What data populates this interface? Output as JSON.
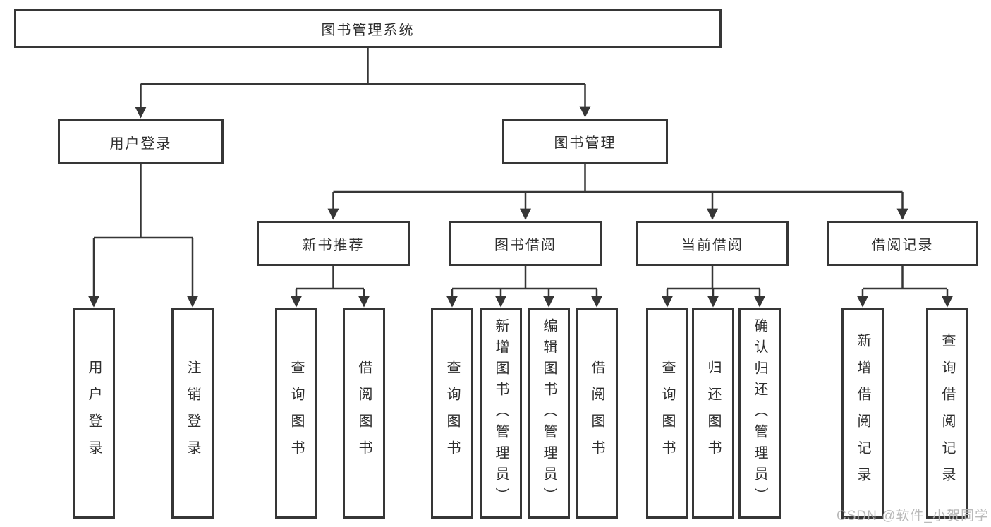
{
  "tree": {
    "label": "图书管理系统",
    "children": [
      {
        "label": "用户登录",
        "children": [
          {
            "label": "用户登录"
          },
          {
            "label": "注销登录"
          }
        ]
      },
      {
        "label": "图书管理",
        "children": [
          {
            "label": "新书推荐",
            "children": [
              {
                "label": "查询图书"
              },
              {
                "label": "借阅图书"
              }
            ]
          },
          {
            "label": "图书借阅",
            "children": [
              {
                "label": "查询图书"
              },
              {
                "label": "新增图书（管理员）"
              },
              {
                "label": "编辑图书（管理员）"
              },
              {
                "label": "借阅图书"
              }
            ]
          },
          {
            "label": "当前借阅",
            "children": [
              {
                "label": "查询图书"
              },
              {
                "label": "归还图书"
              },
              {
                "label": "确认归还（管理员）"
              }
            ]
          },
          {
            "label": "借阅记录",
            "children": [
              {
                "label": "新增借阅记录"
              },
              {
                "label": "查询借阅记录"
              }
            ]
          }
        ]
      }
    ]
  },
  "watermark": {
    "text": "CSDN @软件_小贺同学"
  },
  "colors": {
    "line": "#363636",
    "box_border": "#363636",
    "text": "#2e2e2e",
    "watermark": "#b5b5b5",
    "background": "#ffffff"
  }
}
